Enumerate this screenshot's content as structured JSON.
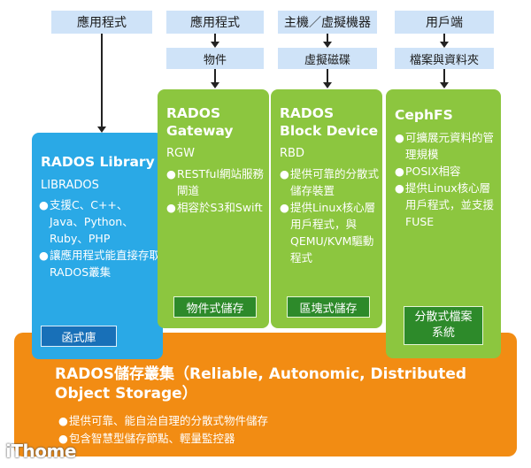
{
  "top_labels": [
    "應用程式",
    "應用程式",
    "主機／虛擬機器",
    "用戶端"
  ],
  "sub_labels": [
    "物件",
    "虛擬磁碟",
    "檔案與資料夾"
  ],
  "library": {
    "title": "RADOS Library",
    "subtitle": "LIBRADOS",
    "bullets": [
      "支援C、C++、Java、Python、Ruby、PHP",
      "讓應用程式能直接存取RADOS叢集"
    ],
    "footer": "函式庫"
  },
  "gateway": {
    "title_line1": "RADOS",
    "title_line2": "Gateway",
    "subtitle": "RGW",
    "bullets": [
      "RESTful網站服務閘道",
      "相容於S3和Swift"
    ],
    "footer": "物件式儲存"
  },
  "block": {
    "title_line1": "RADOS",
    "title_line2": "Block Device",
    "subtitle": "RBD",
    "bullets": [
      "提供可靠的分散式儲存裝置",
      "提供Linux核心層用戶程式，與QEMU/KVM驅動程式"
    ],
    "footer": "區塊式儲存"
  },
  "cephfs": {
    "title": "CephFS",
    "bullets": [
      "可擴展元資料的管理規模",
      "POSIX相容",
      "提供Linux核心層用戶程式，並支援FUSE"
    ],
    "footer_line1": "分散式檔案",
    "footer_line2": "系統"
  },
  "rados": {
    "title": "RADOS儲存叢集（Reliable, Autonomic, Distributed Object Storage）",
    "bullets": [
      "提供可靠、能自治自理的分散式物件儲存",
      "包含智慧型儲存節點、輕量監控器"
    ]
  },
  "watermark": "iThome",
  "colors": {
    "library": "#2aa9e6",
    "green": "#8cc63f",
    "rados": "#f28c13",
    "label_bg": "#cfe3f8",
    "footer_green": "#2d8a2a",
    "footer_blue": "#1870b8"
  }
}
